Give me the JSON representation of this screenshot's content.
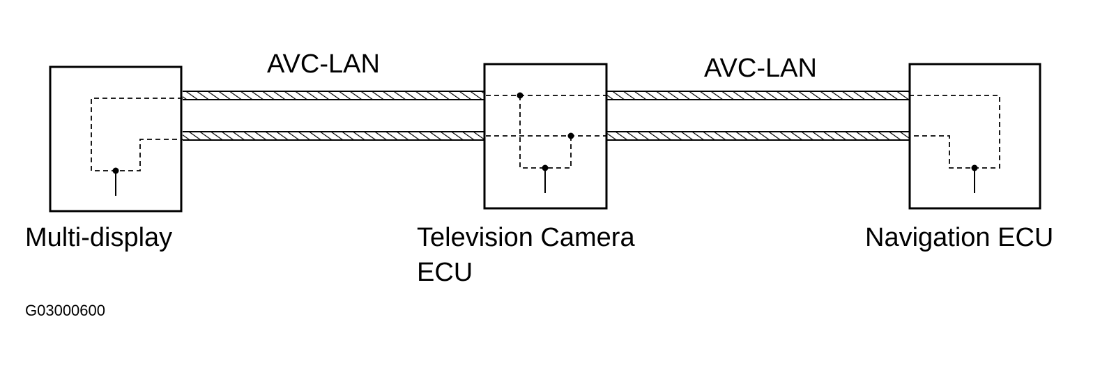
{
  "bus_labels": [
    "AVC-LAN",
    "AVC-LAN"
  ],
  "components": {
    "multi_display": "Multi-display",
    "tv_camera_ecu_line1": "Television Camera",
    "tv_camera_ecu_line2": "ECU",
    "navigation_ecu": "Navigation ECU"
  },
  "figure_id": "G03000600"
}
